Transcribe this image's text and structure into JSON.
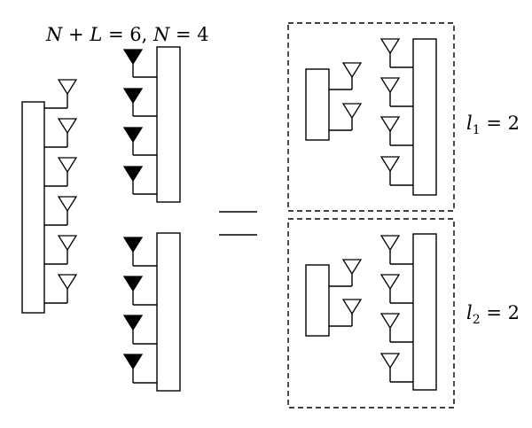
{
  "header_label": {
    "main": "N",
    "op1": " + ",
    "var": "L",
    "rest": " = 6, ",
    "var2": "N",
    "rest2": " = 4"
  },
  "group1_label": {
    "var": "l",
    "sub": "1",
    "rest": " = 2"
  },
  "group2_label": {
    "var": "l",
    "sub": "2",
    "rest": " = 2"
  },
  "equals_symbol": "=",
  "icons": {
    "open_antenna": "antenna-open-icon",
    "solid_antenna": "antenna-solid-icon"
  }
}
